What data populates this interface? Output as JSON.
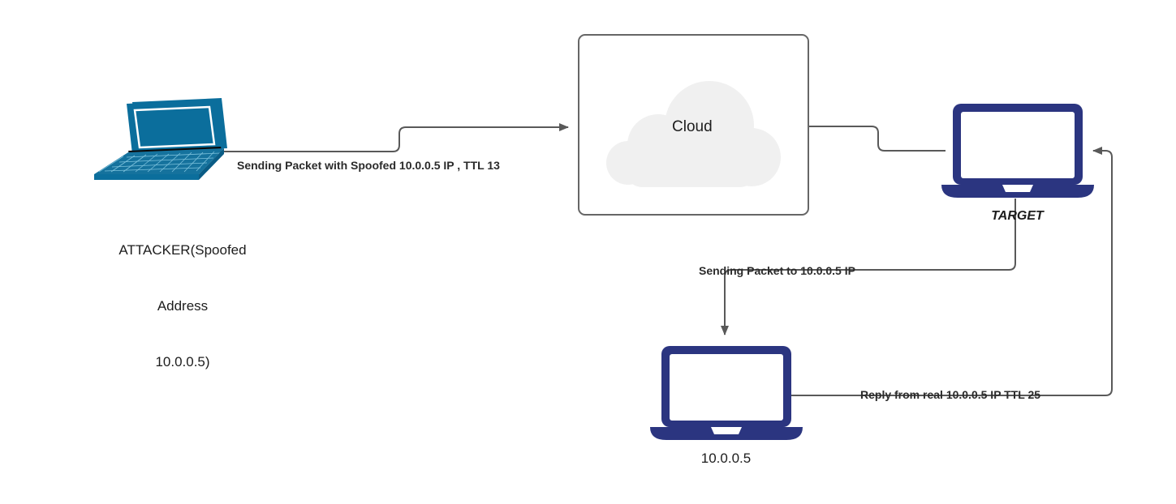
{
  "diagram": {
    "title": "IP Spoofing Attack Flow",
    "background": "#ffffff",
    "wire_color": "#595959",
    "attacker_color": "#0b6e9c",
    "laptop_color": "#2b3580",
    "cloud_fill": "#f0f0f0",
    "cloud_border": "#666666"
  },
  "nodes": {
    "attacker": {
      "icon": "laptop-isometric-icon",
      "label_line1": "ATTACKER(Spoofed",
      "label_line2": "Address",
      "label_line3": "10.0.0.5)"
    },
    "cloud": {
      "icon": "cloud-icon",
      "label": "Cloud"
    },
    "target": {
      "icon": "laptop-front-icon",
      "label": "TARGET"
    },
    "victim": {
      "icon": "laptop-front-icon",
      "label": "10.0.0.5"
    }
  },
  "edges": {
    "attacker_to_cloud": {
      "label": "Sending Packet with Spoofed 10.0.0.5 IP , TTL 13",
      "arrow": "right"
    },
    "cloud_to_target": {
      "label": "",
      "arrow": "none"
    },
    "target_to_victim": {
      "label": "Sending Packet to 10.0.0.5 IP",
      "arrow": "down"
    },
    "victim_to_target": {
      "label": "Reply from real 10.0.0.5 IP TTL 25",
      "arrow": "left"
    }
  }
}
